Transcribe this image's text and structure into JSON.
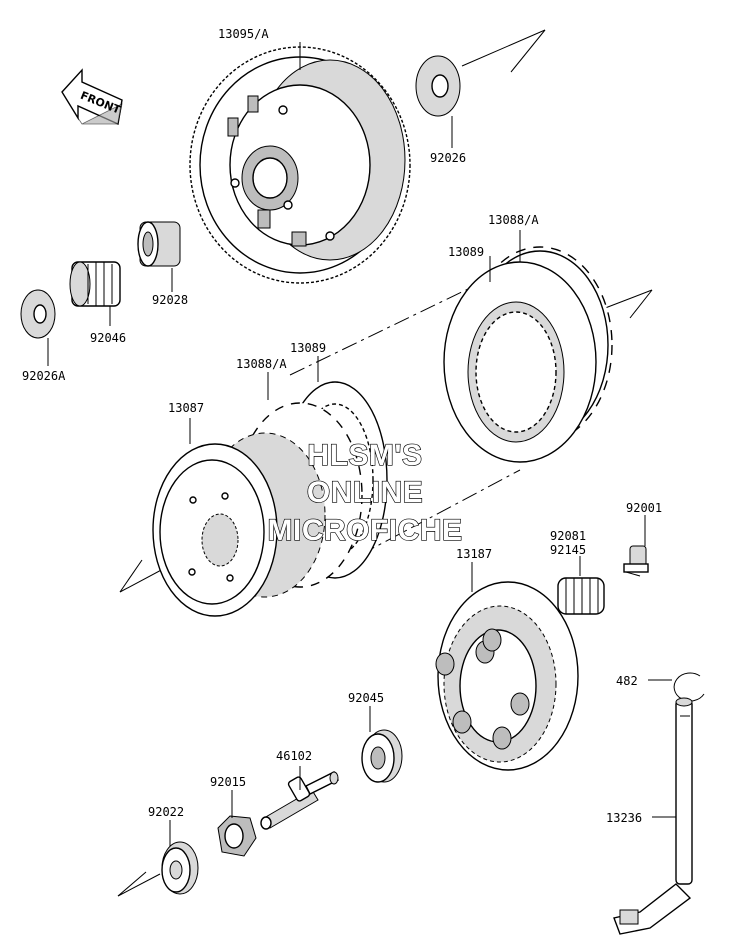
{
  "front_arrow": {
    "label": "FRONT"
  },
  "watermark": {
    "line1": "HLSM'S",
    "line2": "ONLINE",
    "line3": "MICROFICHE"
  },
  "labels": {
    "p13095A": "13095/A",
    "p92026": "92026",
    "p92028": "92028",
    "p92046": "92046",
    "p92026A": "92026A",
    "p13088A_top": "13088/A",
    "p13089_top": "13089",
    "p13089_mid": "13089",
    "p13088A_mid": "13088/A",
    "p13087": "13087",
    "p92001": "92001",
    "p92081": "92081",
    "p92145": "92145",
    "p13187": "13187",
    "p482": "482",
    "p92045": "92045",
    "p46102": "46102",
    "p92015": "92015",
    "p92022": "92022",
    "p13236": "13236"
  }
}
